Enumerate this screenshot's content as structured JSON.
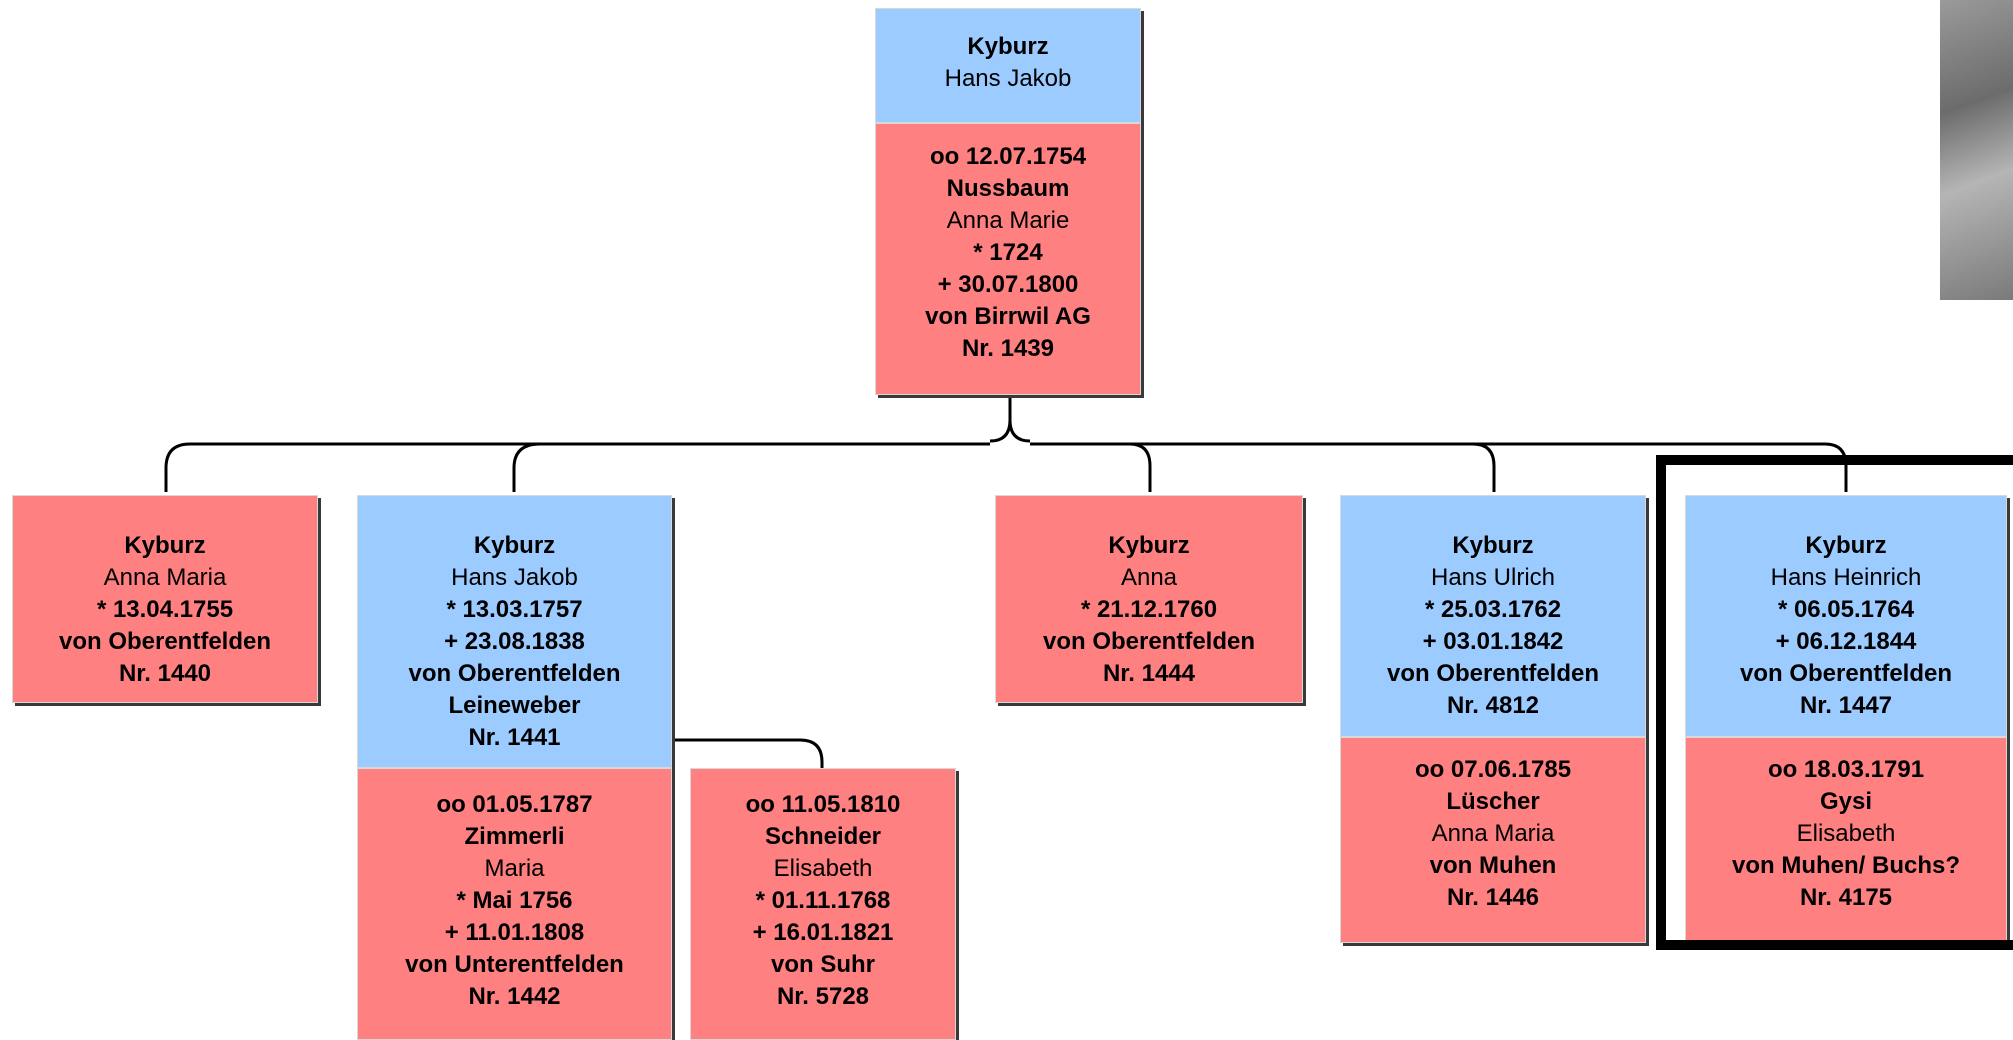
{
  "root": {
    "person": [
      "Kyburz",
      "Hans Jakob"
    ],
    "spouse": [
      "oo 12.07.1754",
      "Nussbaum",
      "Anna Marie",
      "* 1724",
      "+ 30.07.1800",
      "von Birrwil AG",
      "Nr. 1439"
    ]
  },
  "children": [
    {
      "lines": [
        "Kyburz",
        "Anna Maria",
        "* 13.04.1755",
        "von Oberentfelden",
        "Nr. 1440"
      ]
    },
    {
      "lines": [
        "Kyburz",
        "Hans Jakob",
        "* 13.03.1757",
        "+ 23.08.1838",
        "von Oberentfelden",
        "Leineweber",
        "Nr. 1441"
      ],
      "spouse1": [
        "oo 01.05.1787",
        "Zimmerli",
        "Maria",
        "* Mai 1756",
        "+ 11.01.1808",
        "von Unterentfelden",
        "Nr. 1442"
      ],
      "spouse2": [
        "oo 11.05.1810",
        "Schneider",
        "Elisabeth",
        "* 01.11.1768",
        "+ 16.01.1821",
        "von Suhr",
        "Nr. 5728"
      ]
    },
    {
      "lines": [
        "Kyburz",
        "Anna",
        "* 21.12.1760",
        "von Oberentfelden",
        "Nr. 1444"
      ]
    },
    {
      "lines": [
        "Kyburz",
        "Hans Ulrich",
        "* 25.03.1762",
        "+ 03.01.1842",
        "von Oberentfelden",
        "Nr. 4812"
      ],
      "spouse": [
        "oo 07.06.1785",
        "Lüscher",
        "Anna Maria",
        "von Muhen",
        "Nr. 1446"
      ]
    },
    {
      "lines": [
        "Kyburz",
        "Hans Heinrich",
        "* 06.05.1764",
        "+ 06.12.1844",
        "von Oberentfelden",
        "Nr. 1447"
      ],
      "spouse": [
        "oo 18.03.1791",
        "Gysi",
        "Elisabeth",
        "von Muhen/ Buchs?",
        "Nr. 4175"
      ]
    }
  ],
  "colors": {
    "male": "#9ccbff",
    "female": "#ff8080"
  }
}
